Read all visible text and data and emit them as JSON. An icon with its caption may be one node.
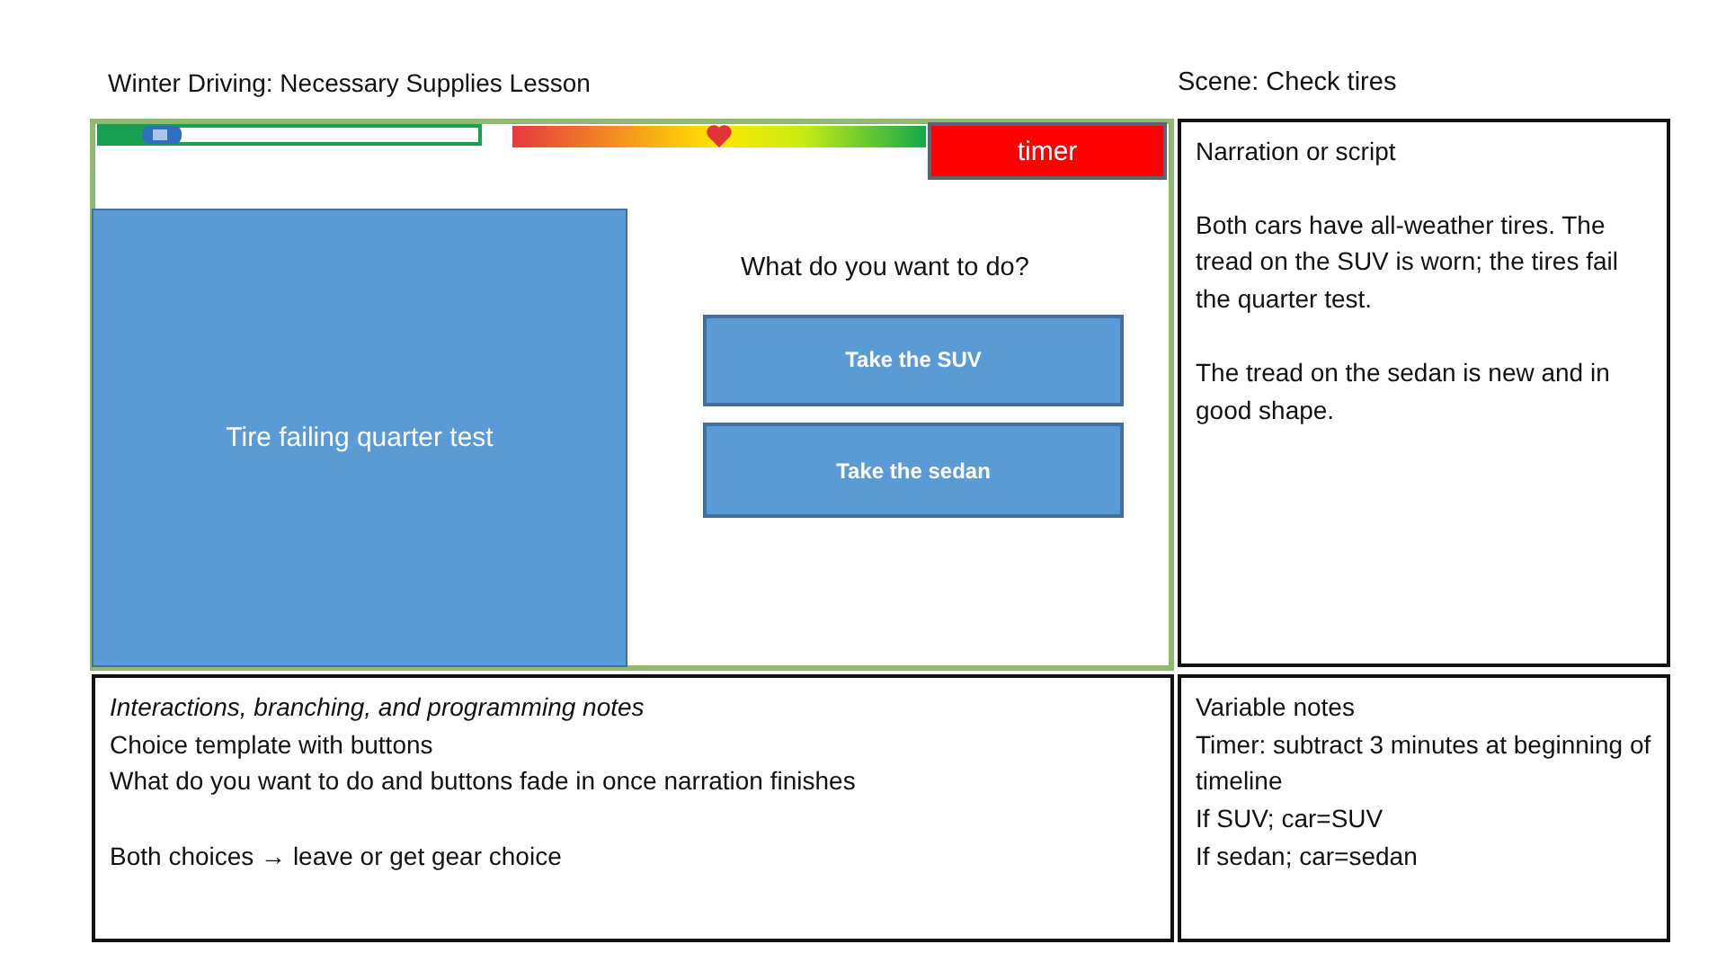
{
  "diagram": {
    "title": "Winter Driving: Necessary Supplies Lesson",
    "nodes": [
      {
        "text": [],
        "shape": "box"
      },
      {
        "text": [
          "timer"
        ],
        "in": 0
      },
      {
        "text": [
          "Tire failing quarter test"
        ],
        "in": 0
      },
      {
        "text": [
          "Take the SUV"
        ],
        "in": 0
      },
      {
        "text": [
          "Take the sedan"
        ],
        "in": 0
      },
      {
        "text": [
          "Narration or script",
          "Both cars have all-weather tires. The tread on the SUV is worn; the tires fail the quarter test.",
          "The tread on the sedan is new and in good shape."
        ]
      },
      {
        "text": [
          "Interactions, branching, and programming notes",
          "Choice template with buttons",
          "What do you want to do and buttons fade in once narration finishes",
          "Both choices → leave or get gear choice"
        ]
      },
      {
        "text": [
          "Variable notes",
          "Timer: subtract 3 minutes at beginning of timeline",
          "If SUV; car=SUV",
          "If sedan; car=sedan"
        ]
      }
    ],
    "labels": [
      "Scene: Check tires",
      "What do you want to do?"
    ]
  }
}
